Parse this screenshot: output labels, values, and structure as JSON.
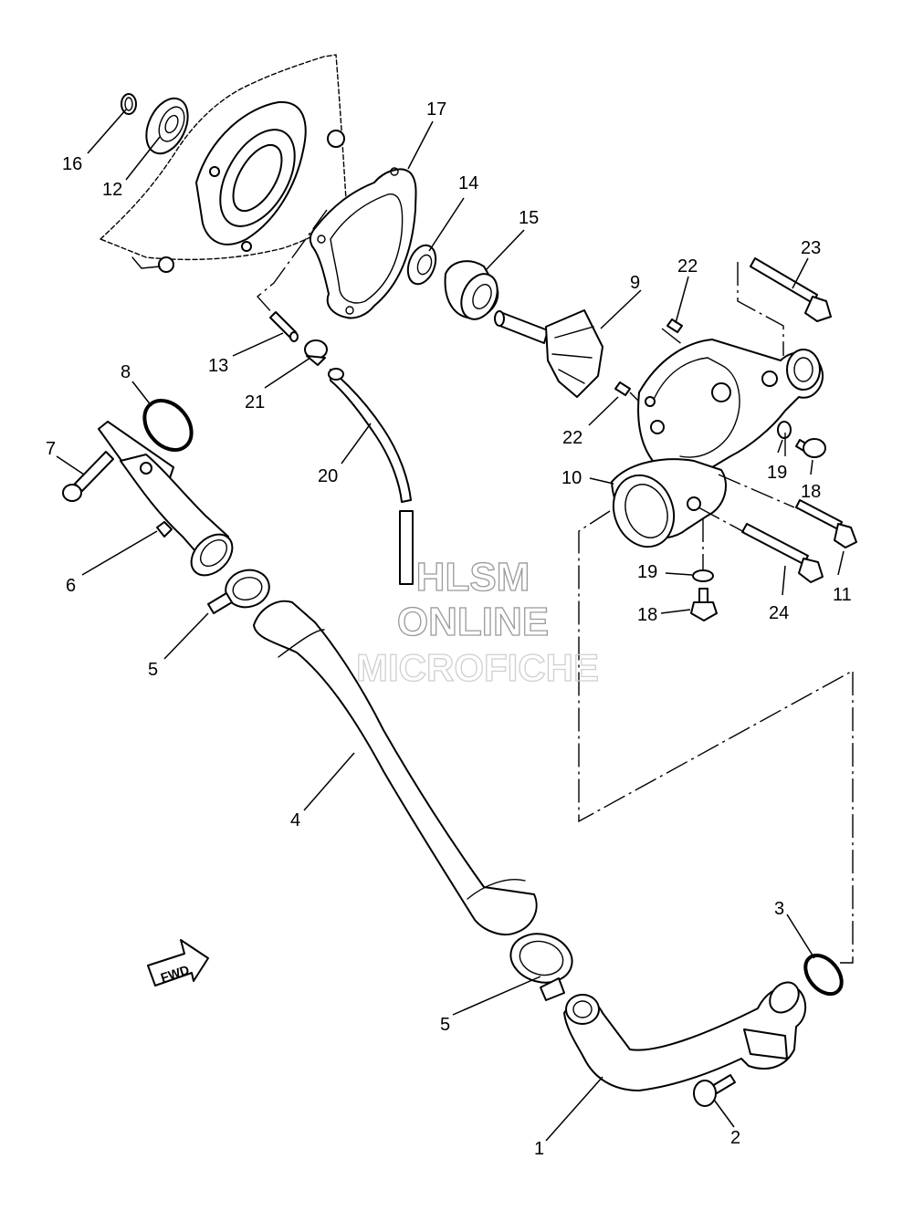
{
  "watermark": {
    "line1": "HLSM",
    "line2": "ONLINE",
    "line3": "MICROFICHE"
  },
  "fwd_label": "FWD",
  "callouts": [
    {
      "id": "c1",
      "text": "1"
    },
    {
      "id": "c2",
      "text": "2"
    },
    {
      "id": "c3",
      "text": "3"
    },
    {
      "id": "c4",
      "text": "4"
    },
    {
      "id": "c5a",
      "text": "5"
    },
    {
      "id": "c5b",
      "text": "5"
    },
    {
      "id": "c6",
      "text": "6"
    },
    {
      "id": "c7",
      "text": "7"
    },
    {
      "id": "c8",
      "text": "8"
    },
    {
      "id": "c9",
      "text": "9"
    },
    {
      "id": "c10",
      "text": "10"
    },
    {
      "id": "c11",
      "text": "11"
    },
    {
      "id": "c12",
      "text": "12"
    },
    {
      "id": "c13",
      "text": "13"
    },
    {
      "id": "c14",
      "text": "14"
    },
    {
      "id": "c15",
      "text": "15"
    },
    {
      "id": "c16",
      "text": "16"
    },
    {
      "id": "c17",
      "text": "17"
    },
    {
      "id": "c18a",
      "text": "18"
    },
    {
      "id": "c18b",
      "text": "18"
    },
    {
      "id": "c19a",
      "text": "19"
    },
    {
      "id": "c19b",
      "text": "19"
    },
    {
      "id": "c20",
      "text": "20"
    },
    {
      "id": "c21",
      "text": "21"
    },
    {
      "id": "c22a",
      "text": "22"
    },
    {
      "id": "c22b",
      "text": "22"
    },
    {
      "id": "c23",
      "text": "23"
    },
    {
      "id": "c24",
      "text": "24"
    }
  ]
}
